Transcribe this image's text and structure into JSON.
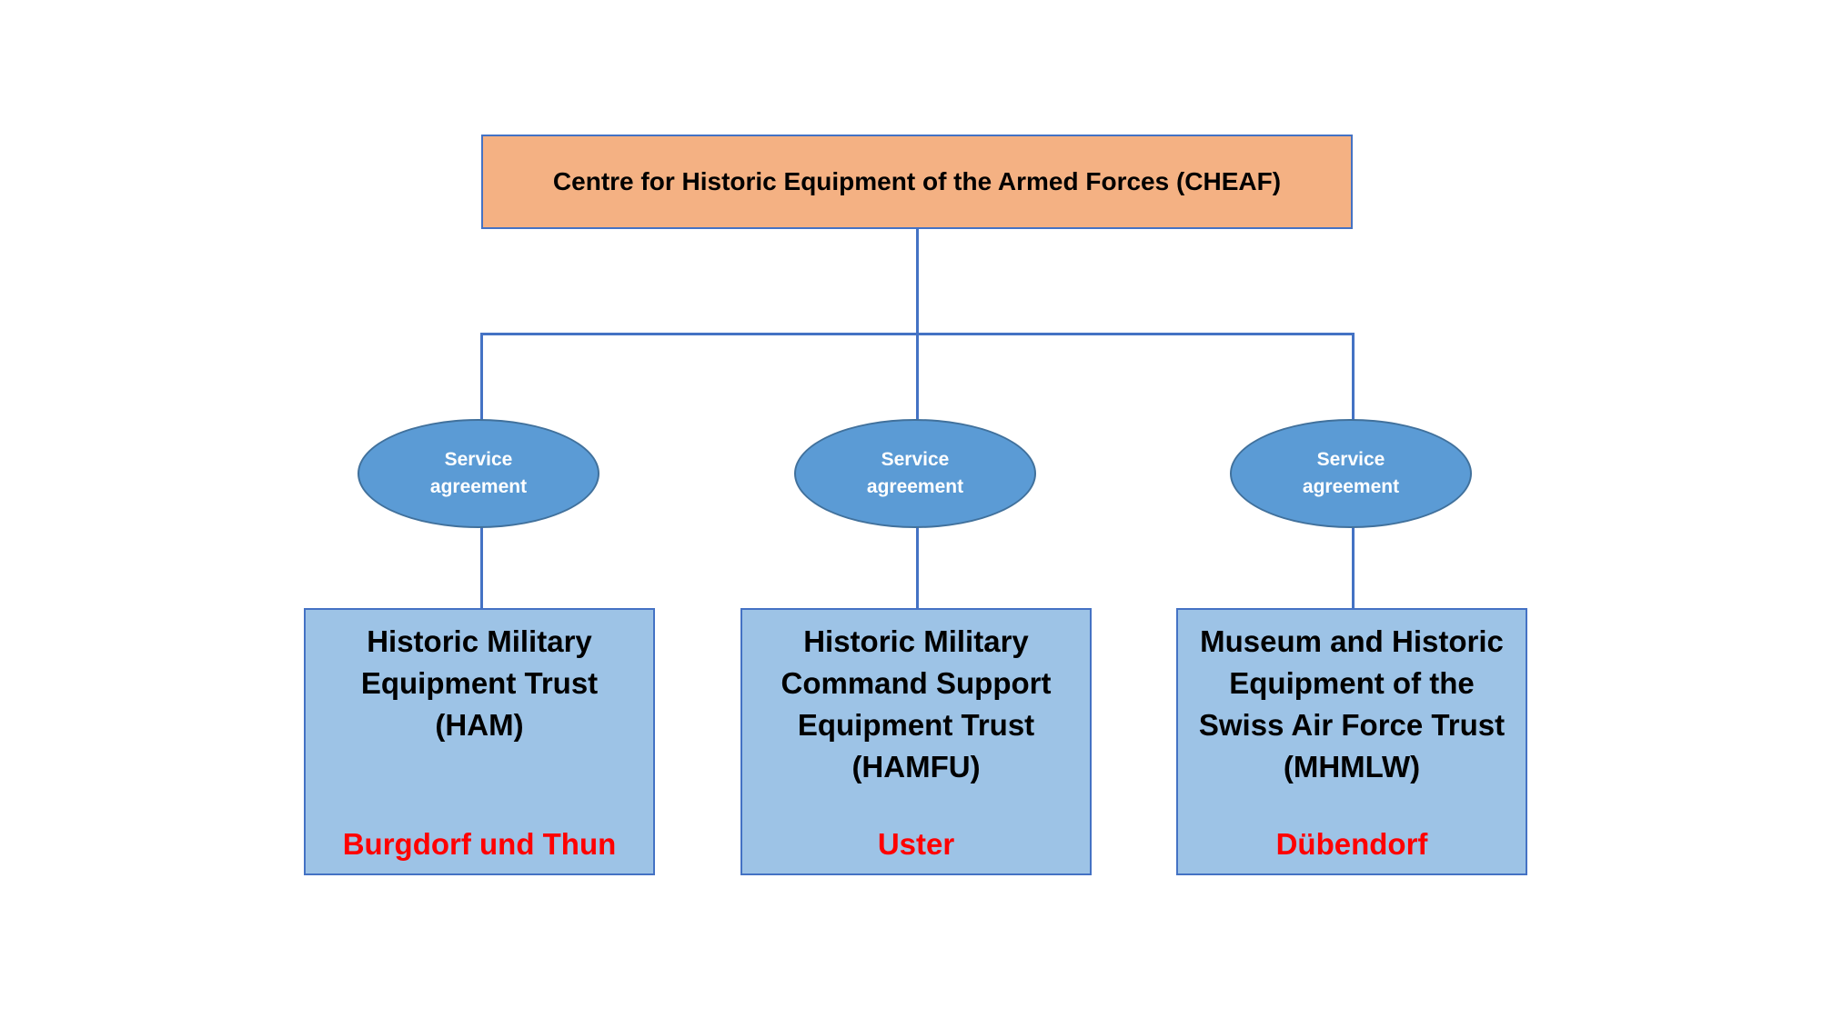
{
  "root": {
    "title": "Centre for Historic Equipment of the Armed Forces (CHEAF)"
  },
  "agreements": [
    {
      "label": "Service agreement"
    },
    {
      "label": "Service agreement"
    },
    {
      "label": "Service agreement"
    }
  ],
  "units": [
    {
      "name": "Historic Military Equipment Trust (HAM)",
      "location": "Burgdorf und Thun"
    },
    {
      "name": "Historic Military Command Support Equipment Trust (HAMFU)",
      "location": "Uster"
    },
    {
      "name": "Museum and Historic Equipment of the Swiss Air Force Trust (MHMLW)",
      "location": "Dübendorf"
    }
  ],
  "colors": {
    "root_fill": "#f4b183",
    "connector": "#4472c4",
    "ellipse_fill": "#5b9bd5",
    "box_fill": "#9dc3e6",
    "location_text": "#ff0000"
  }
}
